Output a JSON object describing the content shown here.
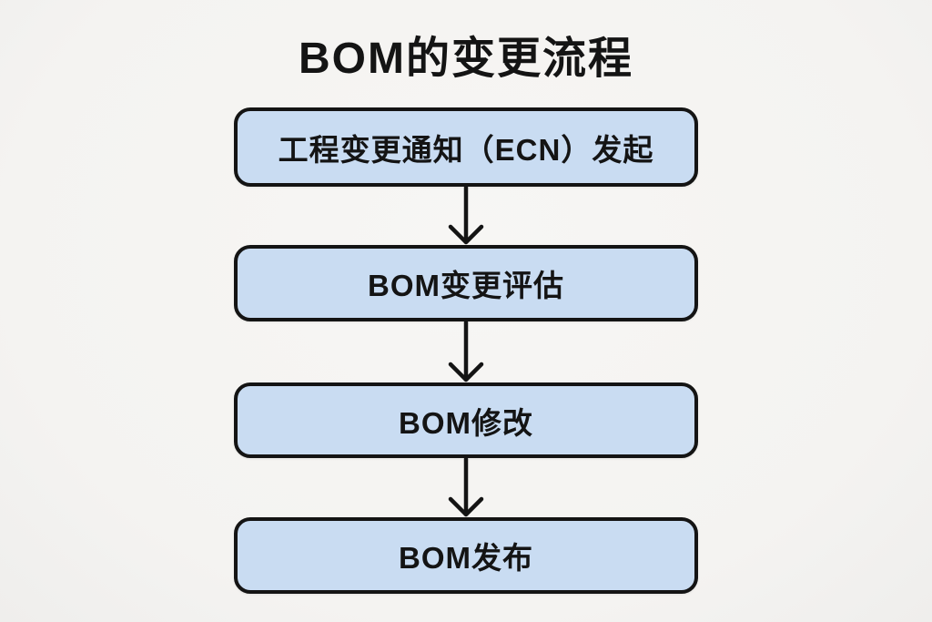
{
  "title": "BOM的变更流程",
  "flow": {
    "steps": [
      {
        "label": "工程变更通知（ECN）发起"
      },
      {
        "label": "BOM变更评估"
      },
      {
        "label": "BOM修改"
      },
      {
        "label": "BOM发布"
      }
    ],
    "connector": "arrow-down"
  },
  "colors": {
    "background": "#f4f3f1",
    "box_fill": "#c9dcf2",
    "box_border": "#141414",
    "text": "#141414",
    "arrow": "#141414"
  }
}
